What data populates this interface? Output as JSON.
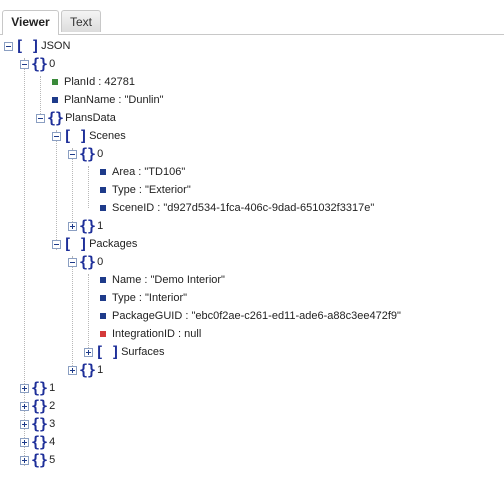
{
  "tabs": {
    "viewer": "Viewer",
    "text": "Text"
  },
  "tree": {
    "json": "JSON",
    "item0": "0",
    "planId": "PlanId : 42781",
    "planName": "PlanName : \"Dunlin\"",
    "plansData": "PlansData",
    "scenes": "Scenes",
    "scene0": "0",
    "area": "Area : \"TD106\"",
    "sceneType": "Type : \"Exterior\"",
    "sceneId": "SceneID : \"d927d534-1fca-406c-9dad-651032f3317e\"",
    "scene1": "1",
    "packages": "Packages",
    "pkg0": "0",
    "pkgName": "Name : \"Demo Interior\"",
    "pkgType": "Type : \"Interior\"",
    "pkgGuid": "PackageGUID : \"ebc0f2ae-c261-ed11-ade6-a88c3ee472f9\"",
    "integrationId": "IntegrationID : null",
    "surfaces": "Surfaces",
    "pkg1": "1",
    "item1": "1",
    "item2": "2",
    "item3": "3",
    "item4": "4",
    "item5": "5"
  },
  "colors": {
    "number": "#3a8a3a",
    "string": "#1e3b8a",
    "null": "#d43a3a",
    "bracket": "#1e2f99"
  }
}
